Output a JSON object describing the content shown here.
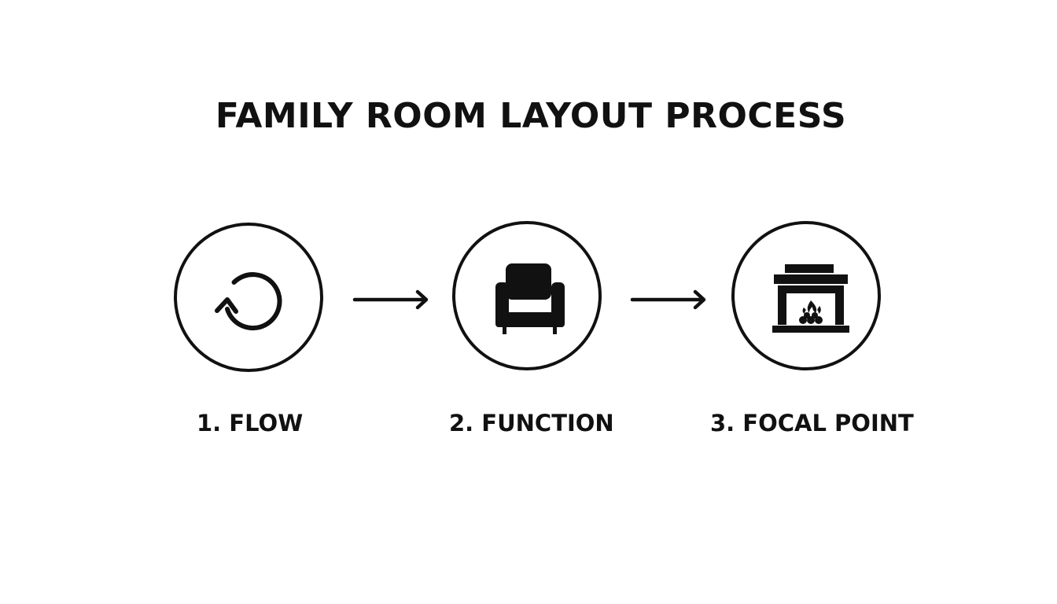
{
  "title": "FAMILY ROOM LAYOUT PROCESS",
  "steps": [
    {
      "label": "1. FLOW",
      "icon": "circular-arrow-icon"
    },
    {
      "label": "2. FUNCTION",
      "icon": "armchair-icon"
    },
    {
      "label": "3. FOCAL POINT",
      "icon": "fireplace-icon"
    }
  ],
  "connectors": [
    {
      "icon": "arrow-right-icon"
    },
    {
      "icon": "arrow-right-icon"
    }
  ],
  "colors": {
    "ink": "#111111",
    "background": "#ffffff"
  }
}
